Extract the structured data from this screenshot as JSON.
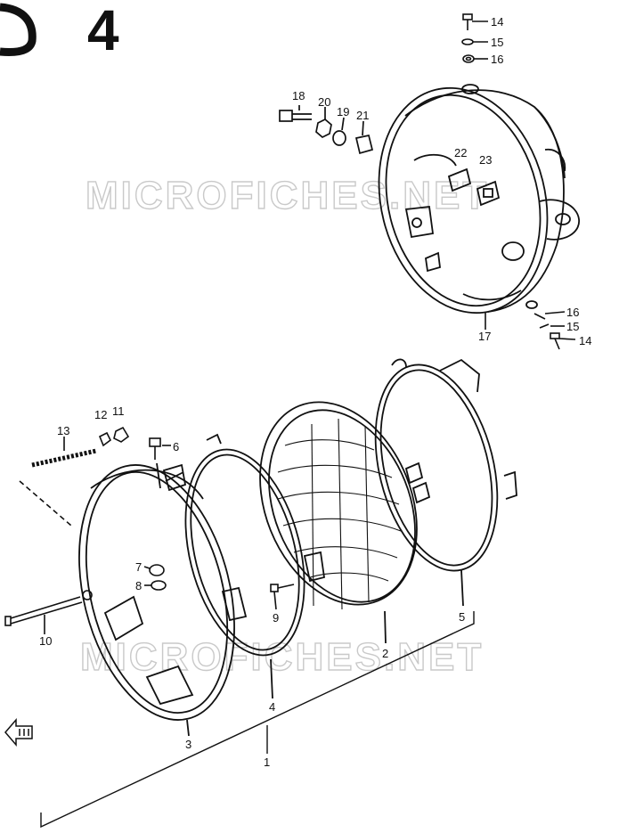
{
  "figure_number": "4",
  "watermark": "MICROFICHES.NET",
  "callouts": {
    "p1": "1",
    "p2": "2",
    "p3": "3",
    "p4": "4",
    "p5": "5",
    "p6": "6",
    "p7": "7",
    "p8": "8",
    "p9": "9",
    "p10": "10",
    "p11": "11",
    "p12": "12",
    "p13": "13",
    "p14": "14",
    "p15": "15",
    "p16": "16",
    "p17": "17",
    "p18": "18",
    "p19": "19",
    "p20": "20",
    "p21": "21",
    "p22": "22",
    "p23": "23"
  }
}
